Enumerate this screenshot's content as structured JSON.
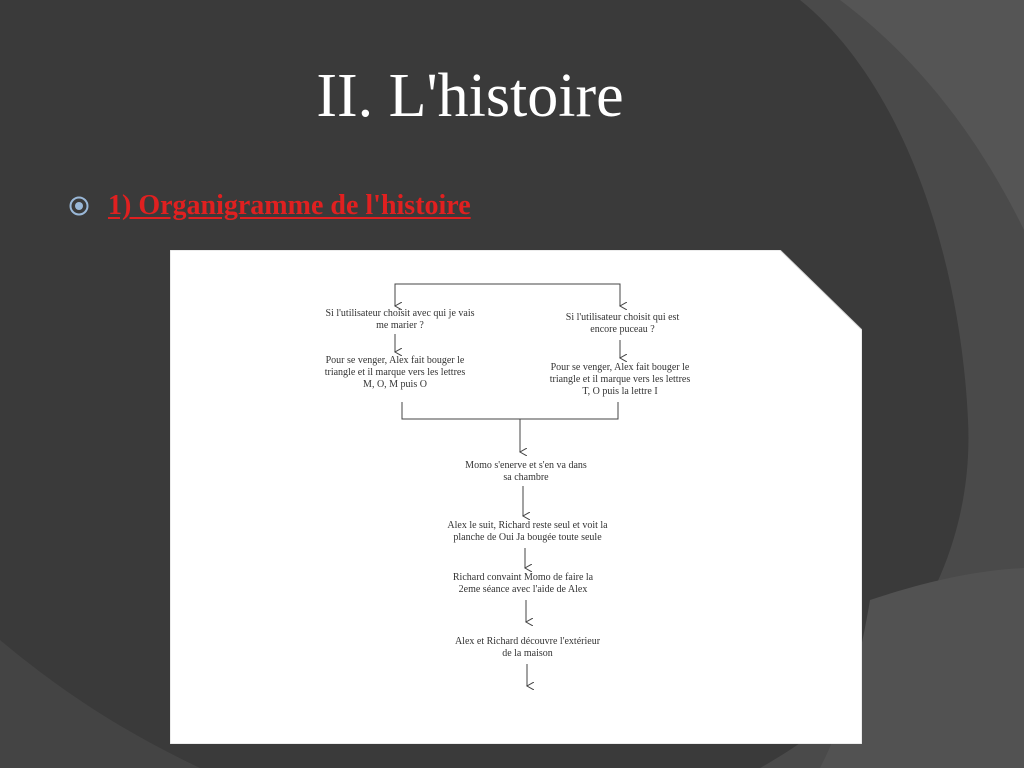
{
  "slide": {
    "title": "II. L'histoire",
    "bullet": "1) Organigramme de l'histoire"
  },
  "flowchart": {
    "nodes": [
      {
        "id": "choice-marry",
        "text": "Si l'utilisateur choisit avec qui je vais me marier ?"
      },
      {
        "id": "choice-virgin",
        "text": "Si l'utilisateur choisit qui est encore puceau ?"
      },
      {
        "id": "revenge-mom",
        "text": "Pour se venger, Alex fait bouger le triangle et il marque vers les lettres M, O, M puis O"
      },
      {
        "id": "revenge-toi",
        "text": "Pour se venger, Alex fait bouger le triangle et il marque vers les lettres T, O puis la lettre I"
      },
      {
        "id": "momo-angry",
        "text": "Momo s'enerve et s'en va dans sa chambre"
      },
      {
        "id": "alex-follows",
        "text": "Alex le suit, Richard reste seul et voit la planche de Oui Ja bougée toute seule"
      },
      {
        "id": "richard-convinces",
        "text": "Richard convaint Momo de faire la 2eme séance avec l'aide de Alex"
      },
      {
        "id": "discover-outside",
        "text": "Alex et Richard découvre l'extérieur de la maison"
      }
    ]
  },
  "colors": {
    "background": "#3a3a3a",
    "title": "#ffffff",
    "bullet_text": "#e02020",
    "panel": "#ffffff",
    "line": "#444444"
  },
  "icons": {
    "bullet": "circled-dot-icon"
  }
}
